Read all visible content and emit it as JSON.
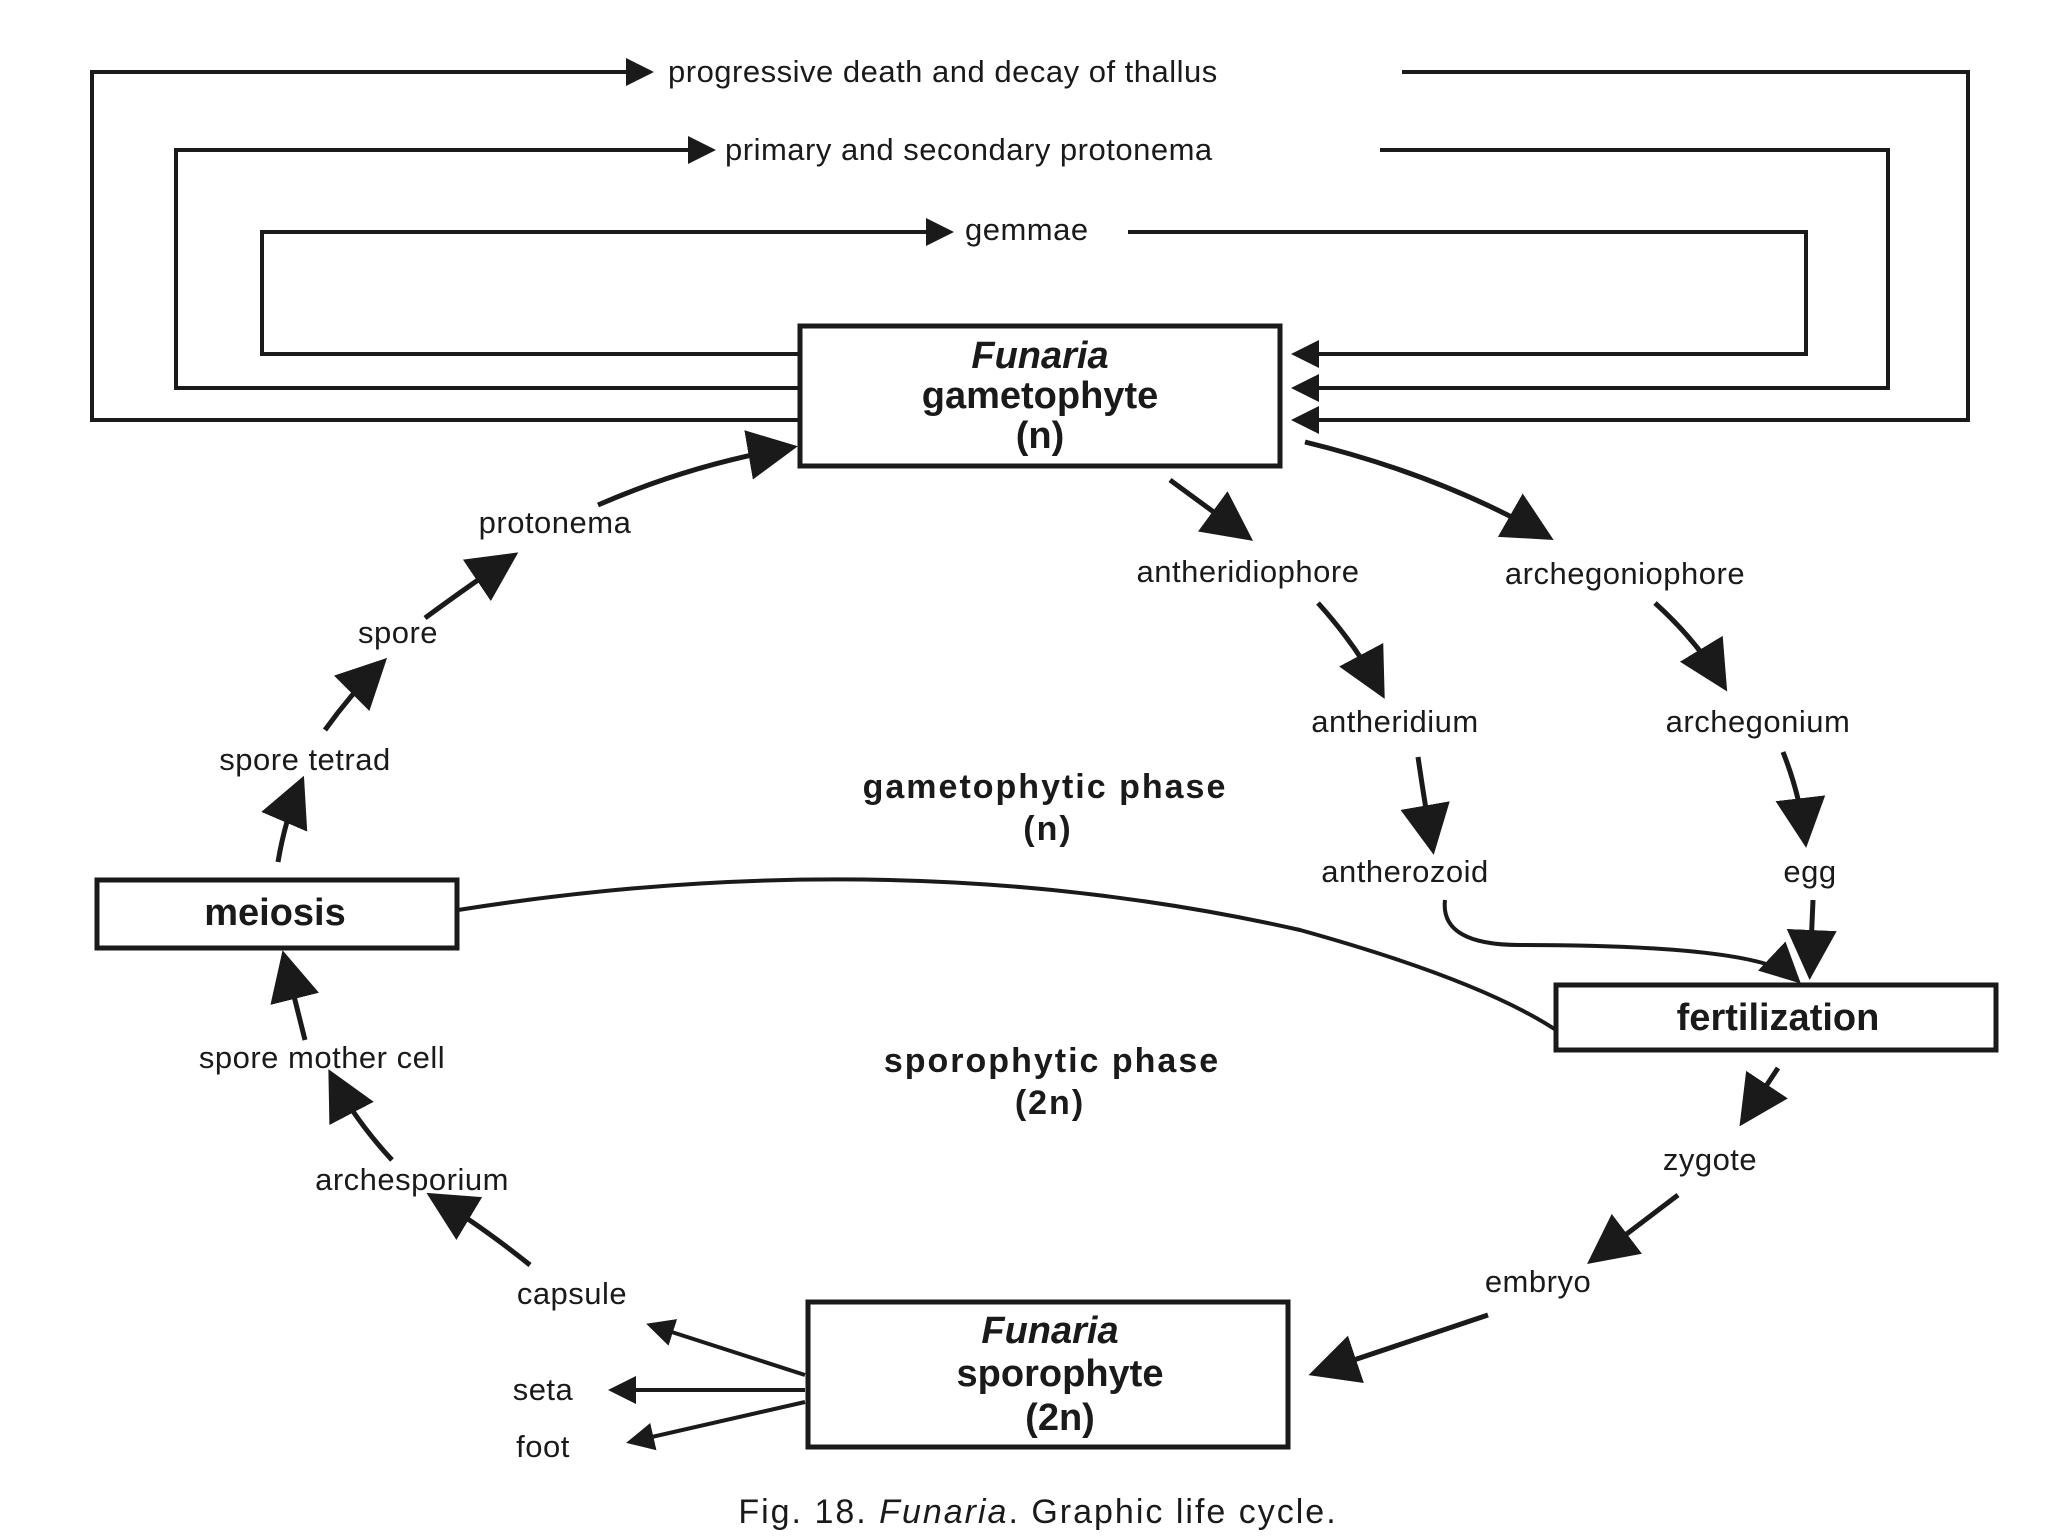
{
  "loops": {
    "outer": "progressive death and decay of thallus",
    "middle": "primary and secondary protonema",
    "inner": "gemmae"
  },
  "gametophyte": {
    "genus": "Funaria",
    "name": "gametophyte",
    "ploidy": "(n)"
  },
  "sporophyte": {
    "genus": "Funaria",
    "name": "sporophyte",
    "ploidy": "(2n)"
  },
  "meiosis": "meiosis",
  "fertilization": "fertilization",
  "left_chain": {
    "protonema": "protonema",
    "spore": "spore",
    "spore_tetrad": "spore tetrad",
    "spore_mother_cell": "spore mother cell",
    "archesporium": "archesporium",
    "capsule": "capsule",
    "seta": "seta",
    "foot": "foot"
  },
  "right_chain": {
    "antheridiophore": "antheridiophore",
    "archegoniophore": "archegoniophore",
    "antheridium": "antheridium",
    "archegonium": "archegonium",
    "antherozoid": "antherozoid",
    "egg": "egg",
    "zygote": "zygote",
    "embryo": "embryo"
  },
  "phases": {
    "gametophytic": "gametophytic phase",
    "gametophytic_ploidy": "(n)",
    "sporophytic": "sporophytic phase",
    "sporophytic_ploidy": "(2n)"
  },
  "caption": {
    "prefix": "Fig. 18.",
    "genus": "Funaria",
    "suffix": ". Graphic life cycle."
  }
}
